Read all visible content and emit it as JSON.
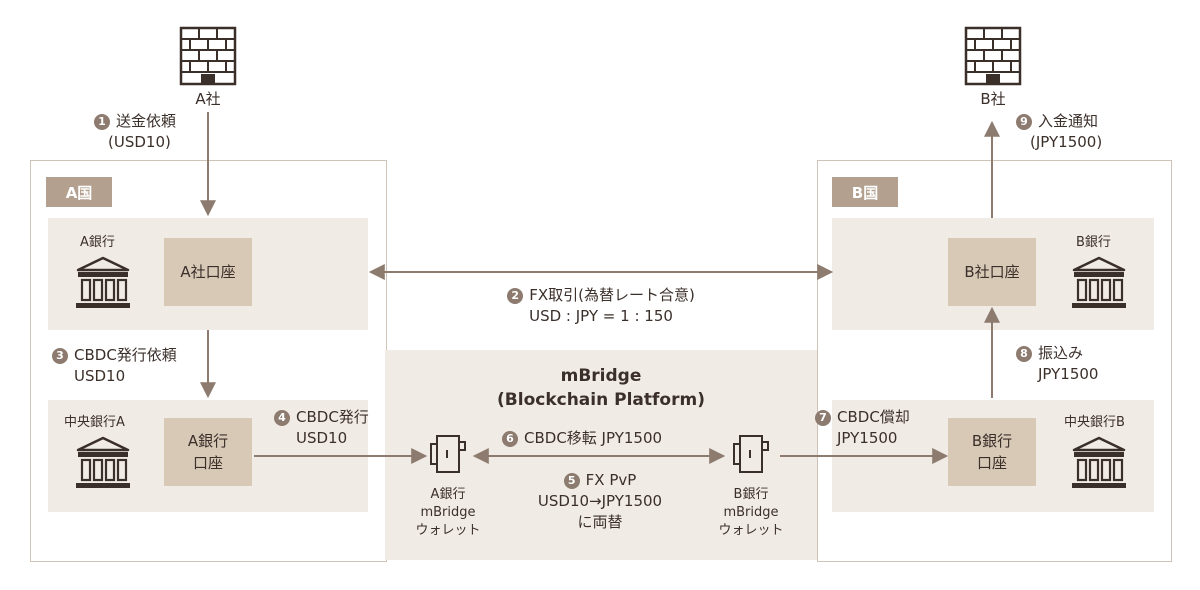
{
  "companyA": {
    "name": "A社"
  },
  "companyB": {
    "name": "B社"
  },
  "countryA": {
    "tag": "A国"
  },
  "countryB": {
    "tag": "B国"
  },
  "bankA": {
    "name": "A銀行",
    "account": "A社口座"
  },
  "bankB": {
    "name": "B銀行",
    "account": "B社口座"
  },
  "centralA": {
    "name": "中央銀行A",
    "account_line1": "A銀行",
    "account_line2": "口座"
  },
  "centralB": {
    "name": "中央銀行B",
    "account_line1": "B銀行",
    "account_line2": "口座"
  },
  "platform": {
    "title_line1": "mBridge",
    "title_line2": "(Blockchain Platform)"
  },
  "walletA": {
    "line1": "A銀行",
    "line2": "mBridge",
    "line3": "ウォレット"
  },
  "walletB": {
    "line1": "B銀行",
    "line2": "mBridge",
    "line3": "ウォレット"
  },
  "steps": {
    "s1": {
      "num": "1",
      "line1": "送金依頼",
      "line2": "(USD10)"
    },
    "s2": {
      "num": "2",
      "line1": "FX取引(為替レート合意)",
      "line2": "USD : JPY = 1 : 150"
    },
    "s3": {
      "num": "3",
      "line1": "CBDC発行依頼",
      "line2": "USD10"
    },
    "s4": {
      "num": "4",
      "line1": "CBDC発行",
      "line2": "USD10"
    },
    "s5": {
      "num": "5",
      "line1": "FX PvP",
      "line2": "USD10→JPY1500",
      "line3": "に両替"
    },
    "s6": {
      "num": "6",
      "line1": "CBDC移転 JPY1500"
    },
    "s7": {
      "num": "7",
      "line1": "CBDC償却",
      "line2": "JPY1500"
    },
    "s8": {
      "num": "8",
      "line1": "振込み",
      "line2": "JPY1500"
    },
    "s9": {
      "num": "9",
      "line1": "入金通知",
      "line2": "(JPY1500)"
    }
  },
  "colors": {
    "arrow": "#8c7b6e",
    "band": "#f1ebe6",
    "account": "#d8c8b6",
    "tag": "#b3a08f",
    "icon": "#3b2f2a"
  }
}
